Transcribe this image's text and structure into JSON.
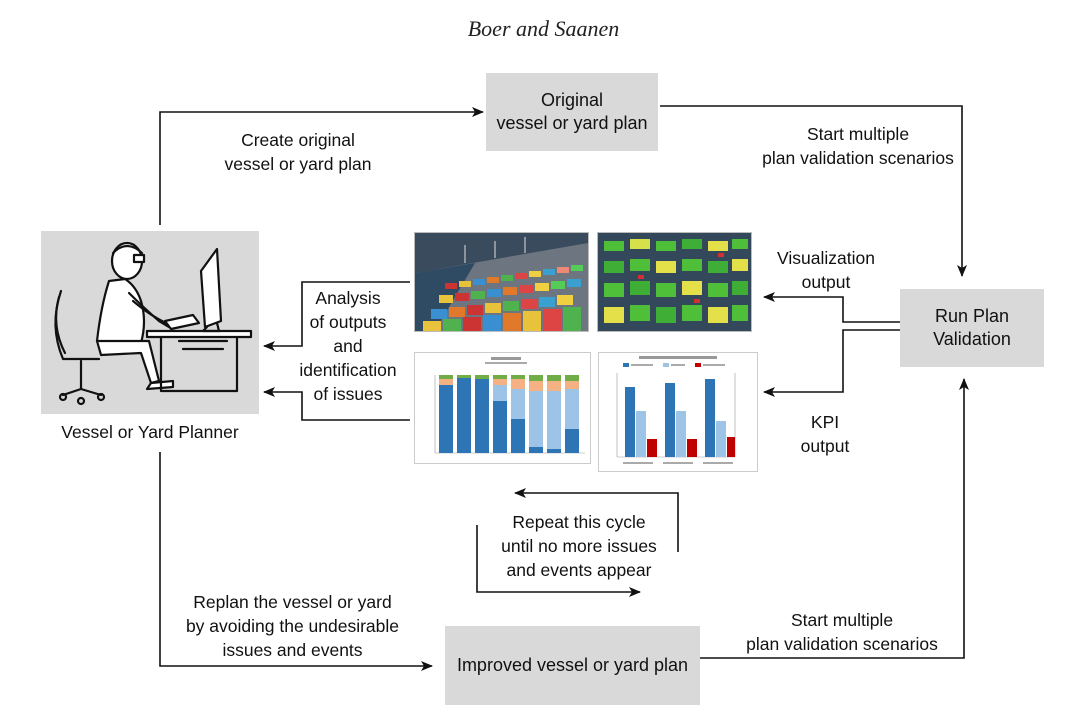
{
  "header": {
    "running_head": "Boer and Saanen"
  },
  "nodes": {
    "original_plan": "Original\nvessel or yard plan",
    "run_validation": "Run Plan\nValidation",
    "improved_plan": "Improved vessel or yard plan",
    "planner_caption": "Vessel or Yard Planner"
  },
  "edges": {
    "create_original": "Create original\nvessel or yard plan",
    "start_multiple_top": "Start multiple\nplan validation scenarios",
    "visualization_output": "Visualization\noutput",
    "kpi_output": "KPI\noutput",
    "analysis": "Analysis\nof outputs\nand\nidentification\nof issues",
    "repeat_cycle": "Repeat this cycle\nuntil no more issues\nand events appear",
    "replan": "Replan the vessel or yard\nby avoiding the undesirable\nissues and events",
    "start_multiple_bottom": "Start multiple\nplan validation scenarios"
  },
  "icons": {
    "planner": "person-at-computer-icon",
    "visualization_1": "container-terminal-aerial-image",
    "visualization_2": "container-yard-3d-image",
    "kpi_chart_1": "stacked-bar-chart-thumbnail",
    "kpi_chart_2": "grouped-bar-chart-thumbnail"
  },
  "colors": {
    "box_fill": "#d9d9d9",
    "arrow": "#111111",
    "bar_blue": "#2e75b6",
    "bar_light_blue": "#9dc3e6",
    "bar_red": "#c00000",
    "bar_green": "#70ad47",
    "bar_orange": "#f4b183"
  }
}
